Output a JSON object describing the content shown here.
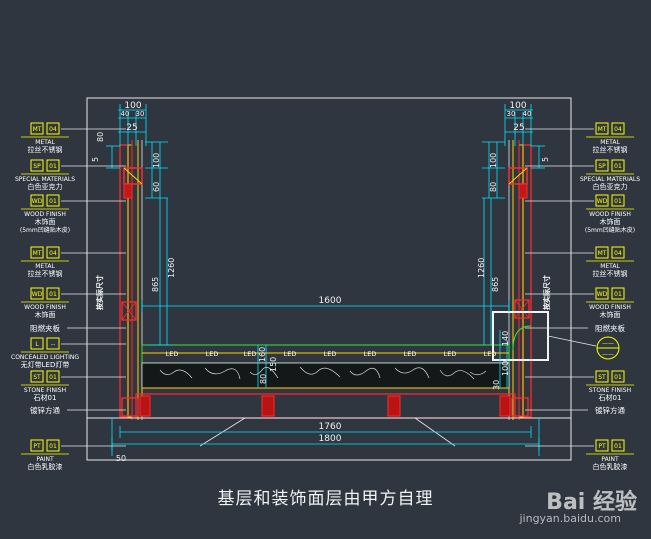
{
  "colors": {
    "background": "#2f3640",
    "frame": "#e8e8e8",
    "dimension": "#00e5ff",
    "tag": "#ffff00",
    "wall": "#ff2a2a",
    "finish": "#ffd200",
    "led": "#37e637",
    "caption": "#f2f2f2"
  },
  "dimensions": {
    "top_left": [
      "100",
      "40",
      "30",
      "25"
    ],
    "top_right": [
      "100",
      "30",
      "40",
      "25"
    ],
    "side_small": [
      "5",
      "80",
      "5"
    ],
    "left_verticals": [
      "100",
      "60",
      "1260",
      "865"
    ],
    "right_verticals": [
      "100",
      "80",
      "1260",
      "865"
    ],
    "led_dims": [
      "160",
      "150",
      "80"
    ],
    "right_led_dims": [
      "140",
      "100",
      "30"
    ],
    "inner_width": "1600",
    "width_1760": "1760",
    "width_1800": "1800",
    "bottom_left_small": "50"
  },
  "vertical_notes": {
    "left": "按实际尺寸",
    "right": "按实际尺寸"
  },
  "led_labels": [
    "LED",
    "LED",
    "LED",
    "LED",
    "LED",
    "LED",
    "LED",
    "LED",
    "LED"
  ],
  "left_tags": [
    {
      "code": "MT",
      "num": "04",
      "en": "METAL",
      "cn": "拉丝不锈钢"
    },
    {
      "code": "SP",
      "num": "01",
      "en": "SPECIAL MATERIALS",
      "cn": "白色亚克力"
    },
    {
      "code": "WD",
      "num": "01",
      "en": "WOOD FINISH",
      "cn": "木饰面",
      "extra": "(5mm凹缝贴木皮)"
    },
    {
      "code": "MT",
      "num": "04",
      "en": "METAL",
      "cn": "拉丝不锈钢"
    },
    {
      "code": "WD",
      "num": "01",
      "en": "WOOD FINISH",
      "cn": "木饰面"
    },
    {
      "plain": "阻燃夹板"
    },
    {
      "code": "L",
      "num": "--",
      "en": "CONCEALED LIGHTING",
      "cn": "无灯带LED灯带"
    },
    {
      "code": "ST",
      "num": "01",
      "en": "STONE FINISH",
      "cn": "石材01"
    },
    {
      "plain": "镀锌方通"
    },
    {
      "code": "PT",
      "num": "01",
      "en": "PAINT",
      "cn": "白色乳胶漆"
    }
  ],
  "right_tags": [
    {
      "code": "MT",
      "num": "04",
      "en": "METAL",
      "cn": "拉丝不锈钢"
    },
    {
      "code": "SP",
      "num": "01",
      "en": "SPECIAL MATERIALS",
      "cn": "白色亚克力"
    },
    {
      "code": "WD",
      "num": "01",
      "en": "WOOD FINISH",
      "cn": "木饰面",
      "extra": "(5mm凹缝贴木皮)"
    },
    {
      "code": "MT",
      "num": "04",
      "en": "METAL",
      "cn": "拉丝不锈钢"
    },
    {
      "code": "WD",
      "num": "01",
      "en": "WOOD FINISH",
      "cn": "木饰面"
    },
    {
      "plain": "阻燃夹板"
    },
    {
      "code": "ST",
      "num": "01",
      "en": "STONE FINISH",
      "cn": "石材01"
    },
    {
      "plain": "镀锌方通"
    },
    {
      "code": "PT",
      "num": "01",
      "en": "PAINT",
      "cn": "白色乳胶漆"
    }
  ],
  "callout_symbol": {
    "top": "——",
    "bottom": "——"
  },
  "caption": "基层和装饰面层由甲方自理",
  "watermark": {
    "brand": "Bai 经验",
    "url": "jingyan.baidu.com"
  }
}
